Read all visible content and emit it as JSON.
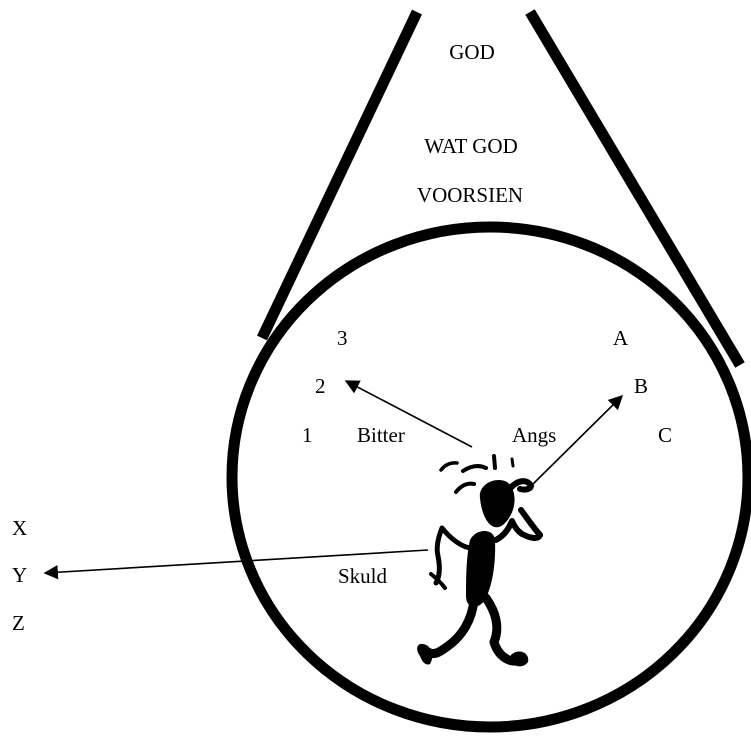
{
  "diagram": {
    "cone_labels": {
      "top": "GOD",
      "middle_line1": "WAT GOD",
      "middle_line2": "VOORSIEN"
    },
    "left_numbers": [
      "3",
      "2",
      "1"
    ],
    "right_letters": [
      "A",
      "B",
      "C"
    ],
    "outer_letters": [
      "X",
      "Y",
      "Z"
    ],
    "arrow_labels": {
      "bitter": "Bitter",
      "angs": "Angs",
      "skuld": "Skuld"
    },
    "figure": "worried-stick-figure"
  }
}
